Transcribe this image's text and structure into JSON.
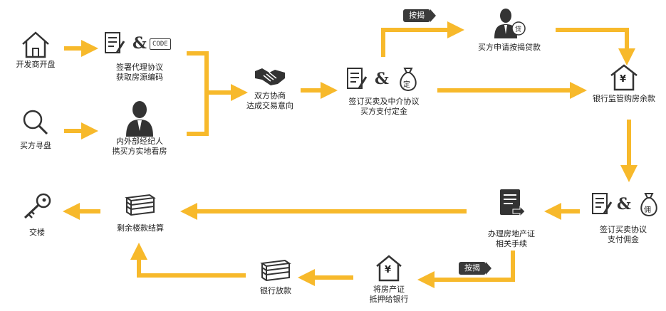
{
  "nodes": {
    "developer": {
      "label": "开发商开盘"
    },
    "buyer_search": {
      "label": "买方寻盘"
    },
    "sign_agency": {
      "line1": "签署代理协议",
      "line2": "获取房源编码",
      "code": "CODE"
    },
    "agents": {
      "line1": "内外部经纪人",
      "line2": "携买方实地看房"
    },
    "negotiate": {
      "line1": "双方协商",
      "line2": "达成交易意向"
    },
    "sign_sale": {
      "line1": "签订买卖及中介协议",
      "line2": "买方支付定金",
      "bag_char": "定"
    },
    "loan_apply": {
      "label": "买方申请按揭贷款",
      "badge_char": "贷"
    },
    "bank_supervise": {
      "label": "银行监管购房余款",
      "symbol": "¥"
    },
    "sign_contract": {
      "line1": "签订买卖协议",
      "line2": "支付佣金",
      "bag_char": "佣"
    },
    "property_cert": {
      "line1": "办理房地产证",
      "line2": "相关手续"
    },
    "mortgage": {
      "line1": "将房产证",
      "line2": "抵押给银行",
      "symbol": "¥"
    },
    "bank_loan": {
      "label": "银行放款"
    },
    "settle": {
      "label": "剩余楼款结算"
    },
    "handover": {
      "label": "交楼"
    }
  },
  "tags": {
    "mortgage_top": "按揭",
    "mortgage_bottom": "按揭"
  },
  "ampersand": "&",
  "colors": {
    "arrow": "#f7b92b",
    "icon": "#333333",
    "tag_bg": "#3a3a3a"
  }
}
